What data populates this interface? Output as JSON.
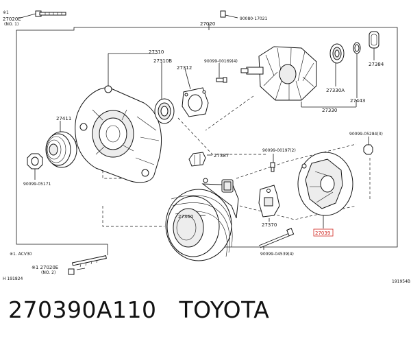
{
  "diagram": {
    "labels": {
      "note1_mark": "※1",
      "p27020E_top": "27020E",
      "p27020E_top_no": "(NO. 1)",
      "p90080_17021": "90080-17021",
      "p27020": "27020",
      "p27310": "27310",
      "p27310B": "27310B",
      "p27312": "27312",
      "p90099_00169": "90099-00169(4)",
      "p27411": "27411",
      "p90099_05171": "90099-05171",
      "p27387": "27387",
      "p27360": "27360",
      "p27330A": "27330A",
      "p27384": "27384",
      "p27443": "27443",
      "p27330": "27330",
      "p90099_05284": "90099-05284(3)",
      "p90099_00197": "90099-00197(2)",
      "p27370": "27370",
      "p27039": "27039",
      "p90099_04539": "90099-04539(4)",
      "note_acv30": "※1. ACV30",
      "p27020E_bot": "※1 27020E",
      "p27020E_bot_no": "(NO. 2)",
      "h_code": "H 191824",
      "fig_code": "191954B"
    }
  },
  "caption": "270390A110   TOYOTA",
  "colors": {
    "highlight": "#d0231c",
    "ink": "#111111"
  }
}
